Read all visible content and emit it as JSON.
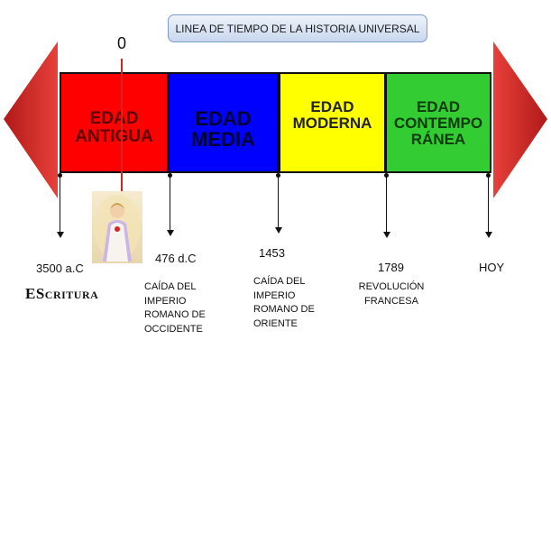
{
  "title": "LINEA DE TIEMPO DE LA HISTORIA UNIVERSAL",
  "zero_label": "0",
  "eras": [
    {
      "lines": [
        "EDAD",
        "ANTIGUA"
      ],
      "color": "#fe0000"
    },
    {
      "lines": [
        "EDAD",
        "MEDIA"
      ],
      "color": "#0000fe"
    },
    {
      "lines": [
        "EDAD",
        "MODERNA"
      ],
      "color": "#ffff00"
    },
    {
      "lines": [
        "EDAD",
        "CONTEMPO",
        "RÁNEA"
      ],
      "color": "#33cc33"
    }
  ],
  "dates": {
    "d1": "3500 a.C",
    "d2": "476 d.C",
    "d3": "1453",
    "d4": "1789",
    "d5": "HOY"
  },
  "events": {
    "escritura_first": "ES",
    "escritura_rest": "CRITURA",
    "e476": [
      "CAÍDA DEL",
      "IMPERIO",
      "ROMANO DE",
      "OCCIDENTE"
    ],
    "e1453": [
      "CAÍDA DEL",
      "IMPERIO",
      "ROMANO DE",
      "ORIENTE"
    ],
    "e1789": [
      "REVOLUCIÓN",
      "FRANCESA"
    ]
  },
  "arrow_color": "#c8201e",
  "image_label": "jesus-child-image"
}
